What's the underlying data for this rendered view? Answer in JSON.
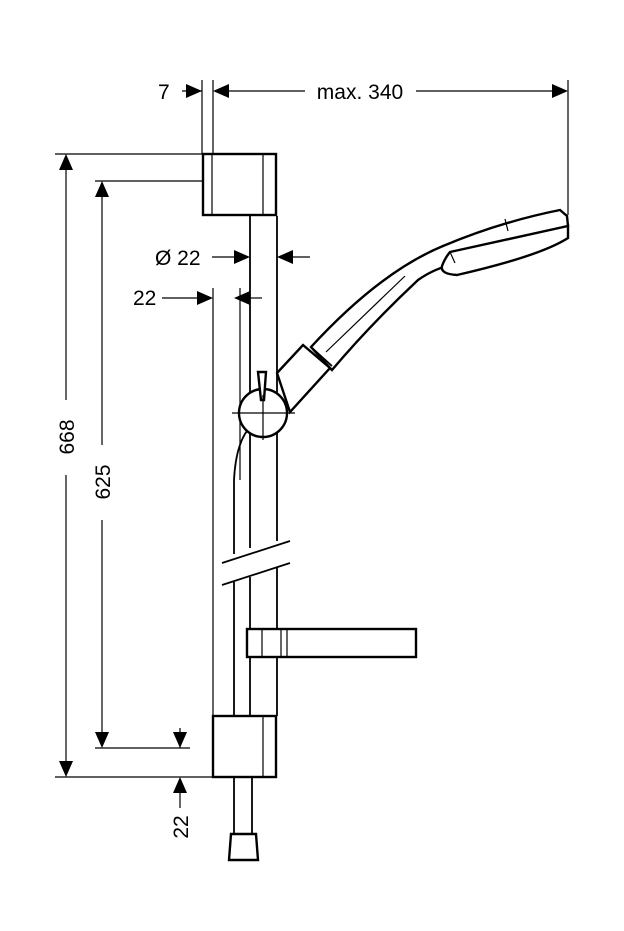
{
  "drawing": {
    "dimensions": {
      "wall_offset": "7",
      "max_reach": "max. 340",
      "rail_diameter": "Ø 22",
      "hose_offset": "22",
      "total_height": "668",
      "bracket_spacing": "625",
      "bottom_offset": "22"
    }
  }
}
